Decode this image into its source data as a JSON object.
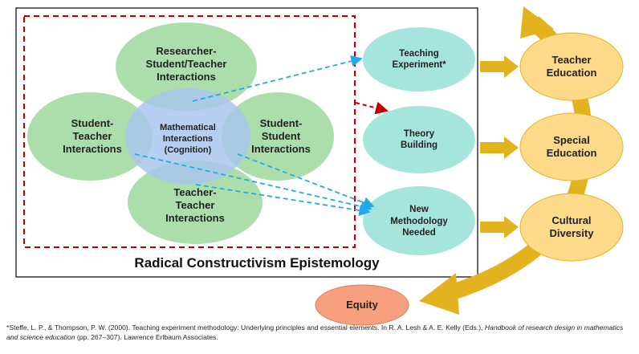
{
  "diagram": {
    "frame_label": "Radical Constructivism Epistemology",
    "ellipses": {
      "top": "Researcher-\nStudent/Teacher\nInteractions",
      "left": "Student-\nTeacher\nInteractions",
      "center": "Mathematical\nInteractions\n(Cognition)",
      "right": "Student-\nStudent\nInteractions",
      "bottom": "Teacher-\nTeacher\nInteractions"
    },
    "outcomes": {
      "teaching_experiment": "Teaching\nExperiment*",
      "theory_building": "Theory\nBuilding",
      "new_methodology": "New\nMethodology\nNeeded"
    },
    "impacts": {
      "teacher_education": "Teacher\nEducation",
      "special_education": "Special\nEducation",
      "cultural_diversity": "Cultural\nDiversity",
      "equity": "Equity"
    },
    "colors": {
      "green": "#a8dca8",
      "blue": "#a9c6ec",
      "teal": "#a6e5dd",
      "orange": "#fdd98a",
      "salmon": "#f7a07f",
      "gold": "#e3b21f",
      "red_dash": "#c00000",
      "blue_dash": "#23a9e6"
    }
  },
  "footnote": {
    "text_before_italic": "*Steffe, L. P., & Thompson, P. W. (2000). Teaching experiment methodology: Underlying principles and essential elements. In R. A. Lesh & A. E. Kelly (Eds.), ",
    "italic_title": "Handbook of research design in mathematics and science education",
    "text_after_italic": " (pp. 267–307). Lawrence Erlbaum Associates."
  }
}
